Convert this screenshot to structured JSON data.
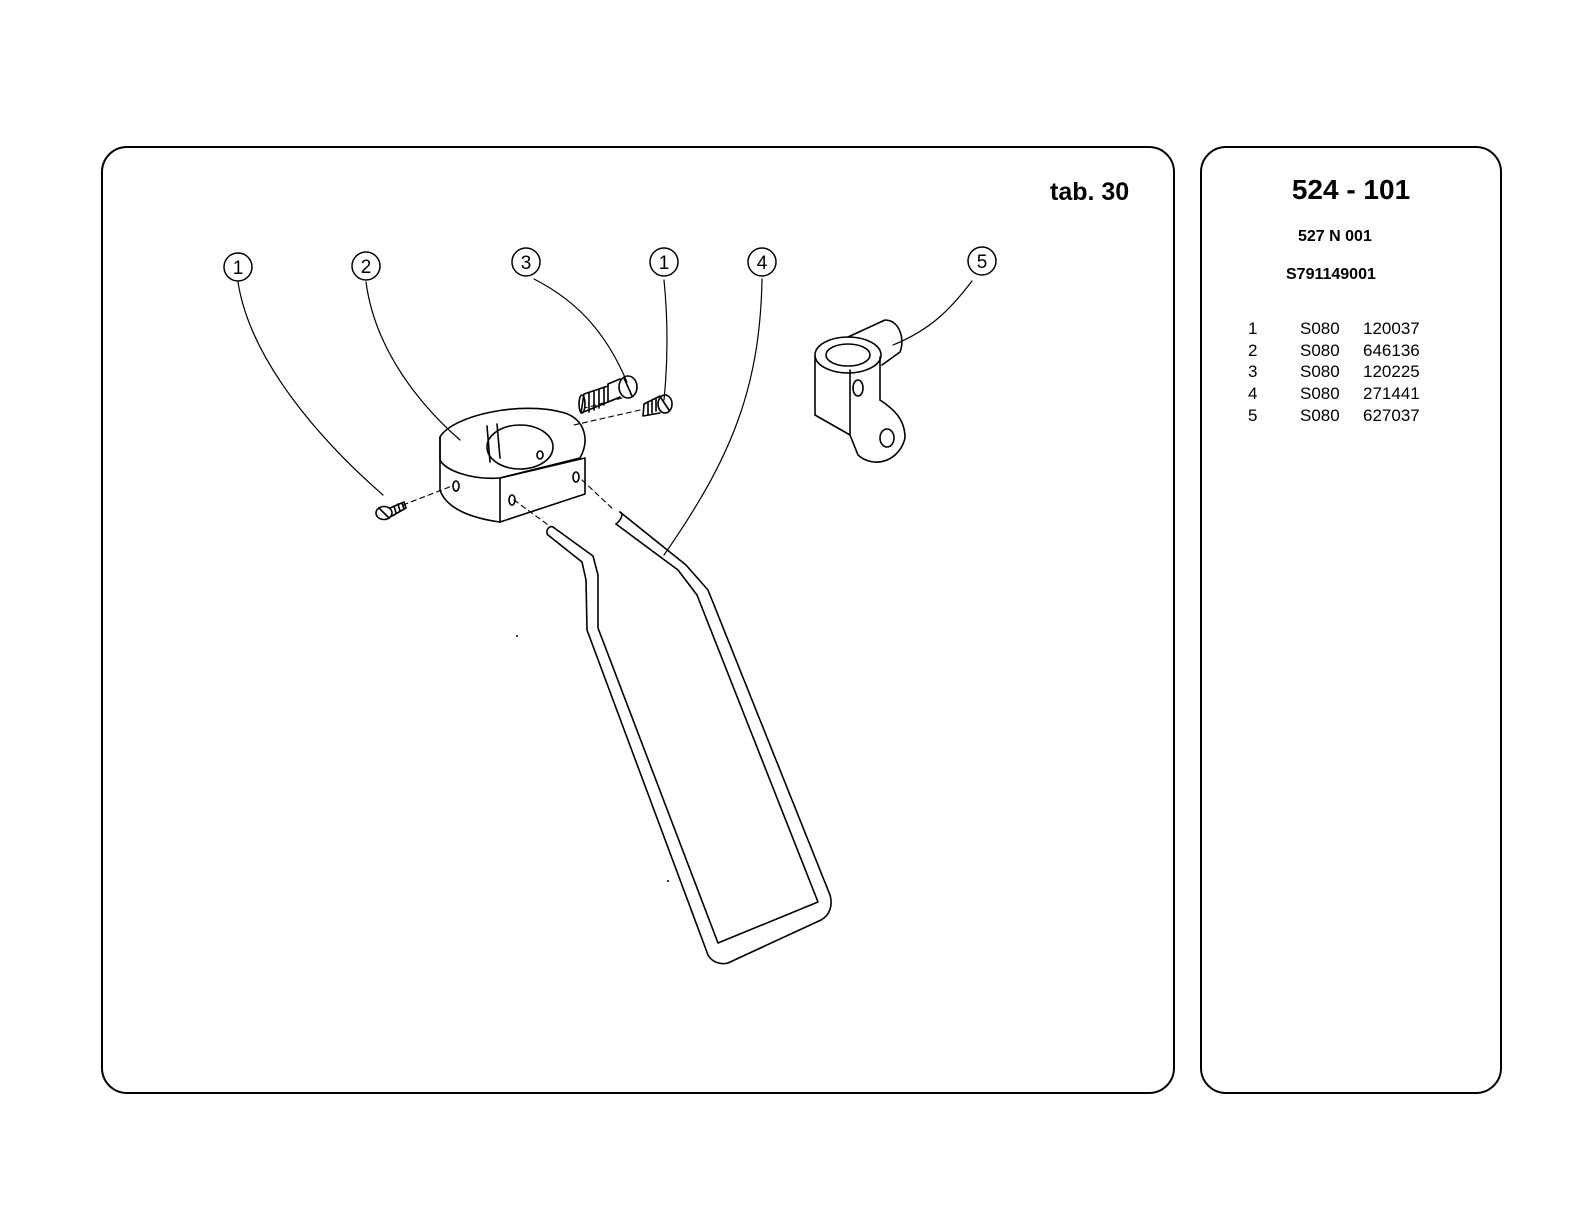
{
  "drawing": {
    "tab_label": "tab. 30",
    "callouts": [
      "1",
      "2",
      "3",
      "1",
      "4",
      "5"
    ]
  },
  "info": {
    "model": "524 - 101",
    "variant": "527 N 001",
    "code": "S791149001",
    "parts": [
      {
        "item": "1",
        "prefix": "S080",
        "code": "120037"
      },
      {
        "item": "2",
        "prefix": "S080",
        "code": "646136"
      },
      {
        "item": "3",
        "prefix": "S080",
        "code": "120225"
      },
      {
        "item": "4",
        "prefix": "S080",
        "code": "271441"
      },
      {
        "item": "5",
        "prefix": "S080",
        "code": "627037"
      }
    ]
  }
}
